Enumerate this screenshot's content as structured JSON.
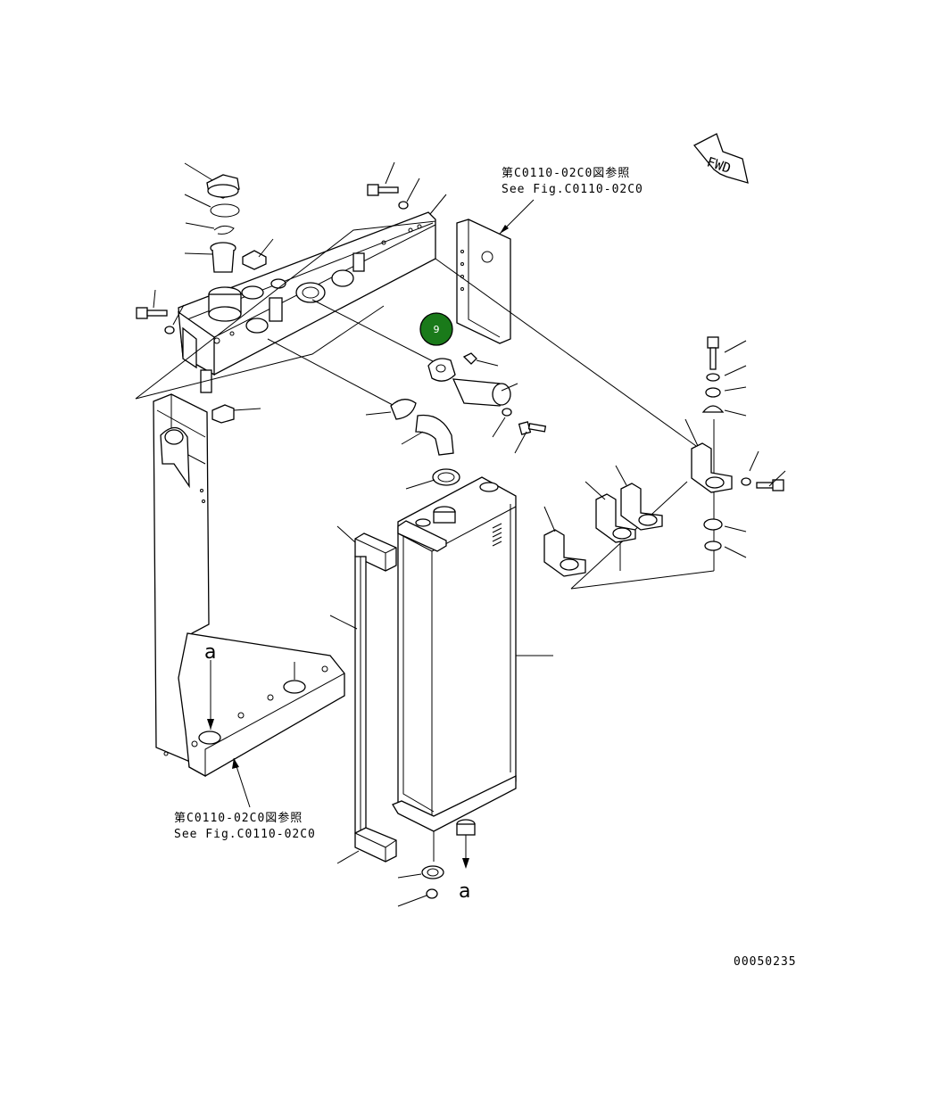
{
  "references": {
    "top": {
      "jp": "第C0110-02C0図参照",
      "en": "See Fig.C0110-02C0"
    },
    "bottom": {
      "jp": "第C0110-02C0図参照",
      "en": "See Fig.C0110-02C0"
    }
  },
  "fwd_label": "FWD",
  "connection_marks": {
    "upper": "a",
    "lower": "a"
  },
  "highlight_marker": {
    "label": "9",
    "color": "#1a7a1a"
  },
  "drawing_number": "00050235"
}
